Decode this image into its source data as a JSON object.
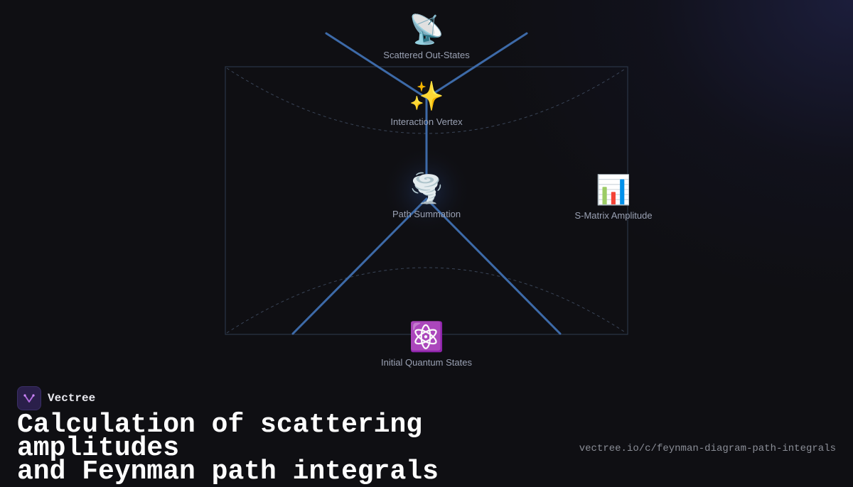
{
  "nodes": {
    "scattered_out_states": {
      "icon": "satellite-antenna-icon",
      "glyph": "📡",
      "label": "Scattered Out-States"
    },
    "interaction_vertex": {
      "icon": "sparkles-icon",
      "glyph": "✨",
      "label": "Interaction Vertex"
    },
    "path_summation": {
      "icon": "tornado-icon",
      "glyph": "🌪️",
      "label": "Path Summation"
    },
    "s_matrix_amplitude": {
      "icon": "bar-chart-icon",
      "glyph": "📊",
      "label": "S-Matrix Amplitude"
    },
    "initial_quantum_states": {
      "icon": "atom-icon",
      "glyph": "⚛️",
      "label": "Initial Quantum States"
    }
  },
  "colors": {
    "background": "#0f0f13",
    "line": "#3d6aa8",
    "frame": "#2a3546",
    "label": "#9aa1b3"
  },
  "brand": {
    "name": "Vectree"
  },
  "title": {
    "line1": "Calculation of scattering amplitudes",
    "line2": "and Feynman path integrals"
  },
  "url": "vectree.io/c/feynman-diagram-path-integrals"
}
